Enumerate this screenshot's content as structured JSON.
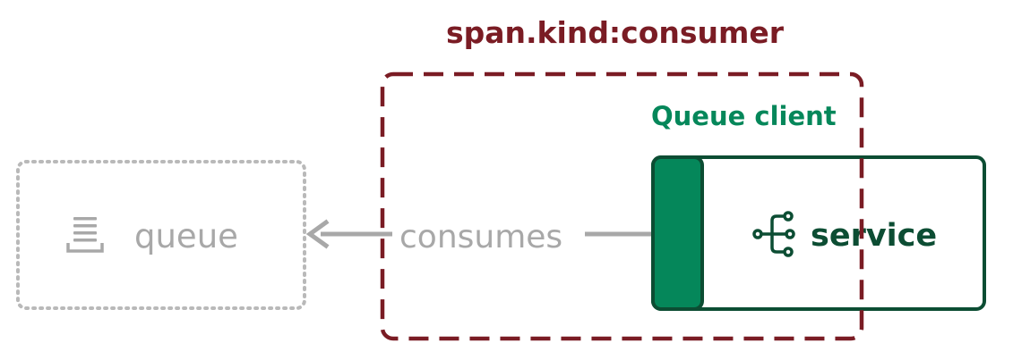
{
  "diagram": {
    "span_kind_label": "span.kind:consumer",
    "queue_client_label": "Queue client",
    "queue_label": "queue",
    "edge_label": "consumes",
    "service_label": "service",
    "icons": {
      "queue": "list-stack-icon",
      "service": "service-tree-icon",
      "arrow": "arrow-left-icon"
    },
    "colors": {
      "span_kind": "#7a1c24",
      "queue_client": "#05875a",
      "service_border": "#0c4d33",
      "service_text": "#0c4d33",
      "service_bar": "#05875a",
      "muted": "#a8a8a8",
      "queue_border": "#b9b9b9"
    }
  }
}
